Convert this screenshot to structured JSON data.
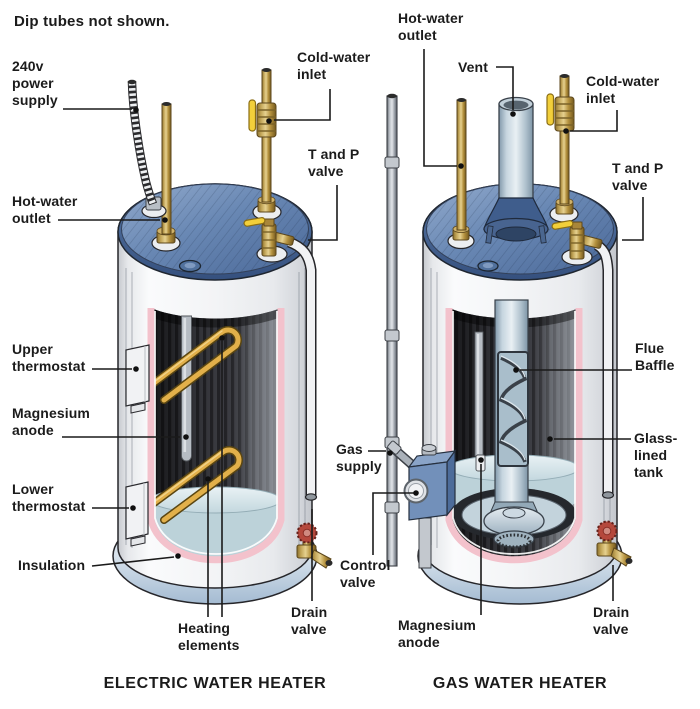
{
  "note": "Dip tubes not shown.",
  "electric": {
    "caption": "ELECTRIC WATER HEATER",
    "labels": {
      "power_supply": [
        "240v",
        "power",
        "supply"
      ],
      "hot_water_outlet": [
        "Hot-water",
        "outlet"
      ],
      "cold_water_inlet": [
        "Cold-water",
        "inlet"
      ],
      "t_and_p_valve": [
        "T and P",
        "valve"
      ],
      "upper_thermostat": [
        "Upper",
        "thermostat"
      ],
      "magnesium_anode": [
        "Magnesium",
        "anode"
      ],
      "lower_thermostat": [
        "Lower",
        "thermostat"
      ],
      "insulation": [
        "Insulation"
      ],
      "heating_elements": [
        "Heating",
        "elements"
      ],
      "drain_valve": [
        "Drain",
        "valve"
      ]
    }
  },
  "gas": {
    "caption": "GAS WATER HEATER",
    "labels": {
      "hot_water_outlet": [
        "Hot-water",
        "outlet"
      ],
      "vent": [
        "Vent"
      ],
      "cold_water_inlet": [
        "Cold-water",
        "inlet"
      ],
      "t_and_p_valve": [
        "T and P",
        "valve"
      ],
      "flue_baffle": [
        "Flue",
        "Baffle"
      ],
      "glass_lined_tank": [
        "Glass-",
        "lined",
        "tank"
      ],
      "gas_supply": [
        "Gas",
        "supply"
      ],
      "control_valve": [
        "Control",
        "valve"
      ],
      "magnesium_anode": [
        "Magnesium",
        "anode"
      ],
      "drain_valve": [
        "Drain",
        "valve"
      ]
    }
  },
  "colors": {
    "background": "#ffffff",
    "label_text": "#1b1b1b",
    "leader_line": "#1a1a1a",
    "lid_blue": "#6585b2",
    "shell_white": "#f3f4f6",
    "insulation_pink": "#f3c2cc",
    "interior_dark": "#2a2a2e",
    "heating_element_gold": "#e2b04a",
    "brass": "#c0a356",
    "vent_blue": "#c6d5df",
    "draft_hood_blue": "#3f5d8c",
    "shutoff_lever_yellow": "#f2cf3a",
    "drain_wheel_red": "#b5483c",
    "base_rim_blue": "#aabfd4",
    "water_blue": "#cfe0e6"
  }
}
